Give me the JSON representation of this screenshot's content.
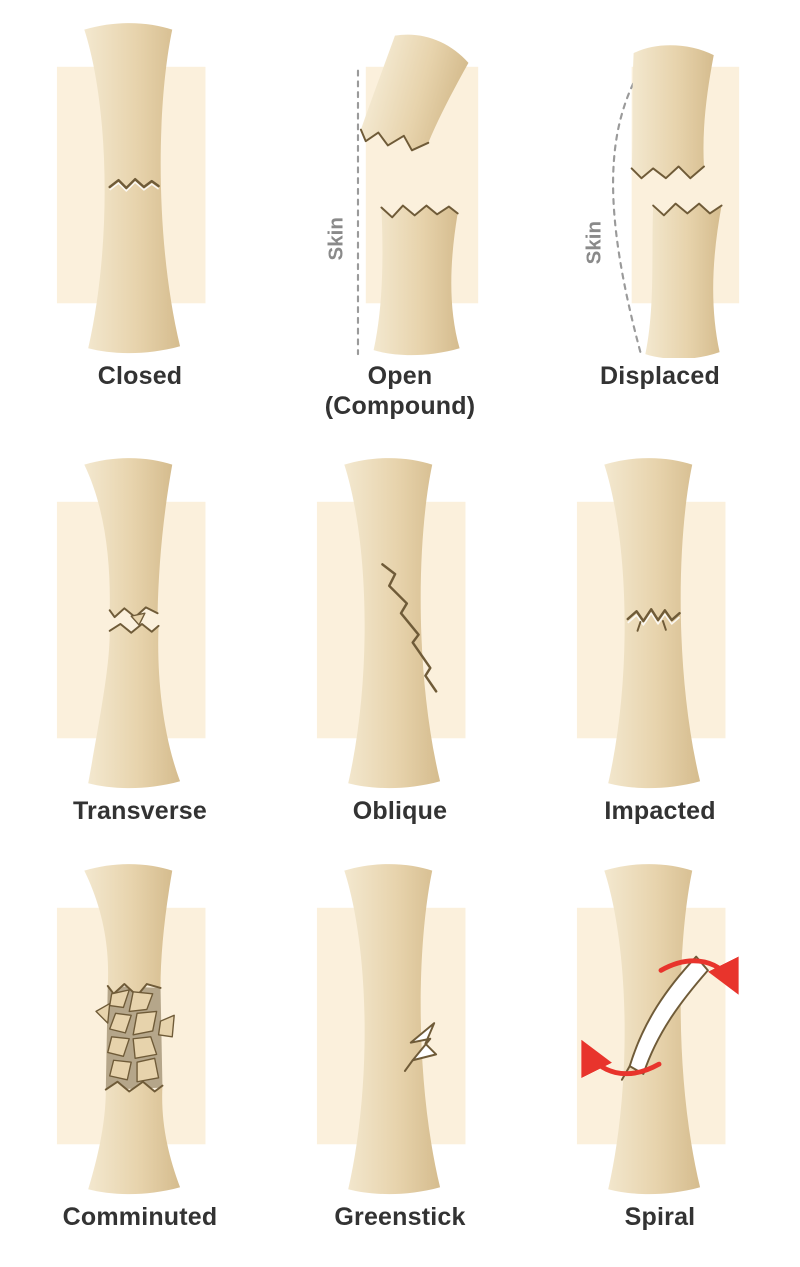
{
  "cells": [
    {
      "label": "Closed"
    },
    {
      "label": "Open",
      "sublabel": "(Compound)",
      "skin_label": "Skin"
    },
    {
      "label": "Displaced",
      "skin_label": "Skin"
    },
    {
      "label": "Transverse"
    },
    {
      "label": "Oblique"
    },
    {
      "label": "Impacted"
    },
    {
      "label": "Comminuted"
    },
    {
      "label": "Greenstick"
    },
    {
      "label": "Spiral"
    }
  ],
  "colors": {
    "bone_light": "#f3e8cf",
    "bone_mid": "#e7d3ac",
    "bone_dark": "#d5bc8e",
    "skin_bg": "#fbf0dc",
    "crack": "#6f5b38",
    "label_text": "#333333",
    "skin_label_text": "#8a8a8a",
    "dashed_line": "#9a9a9a",
    "arrow_red": "#e8342c"
  }
}
